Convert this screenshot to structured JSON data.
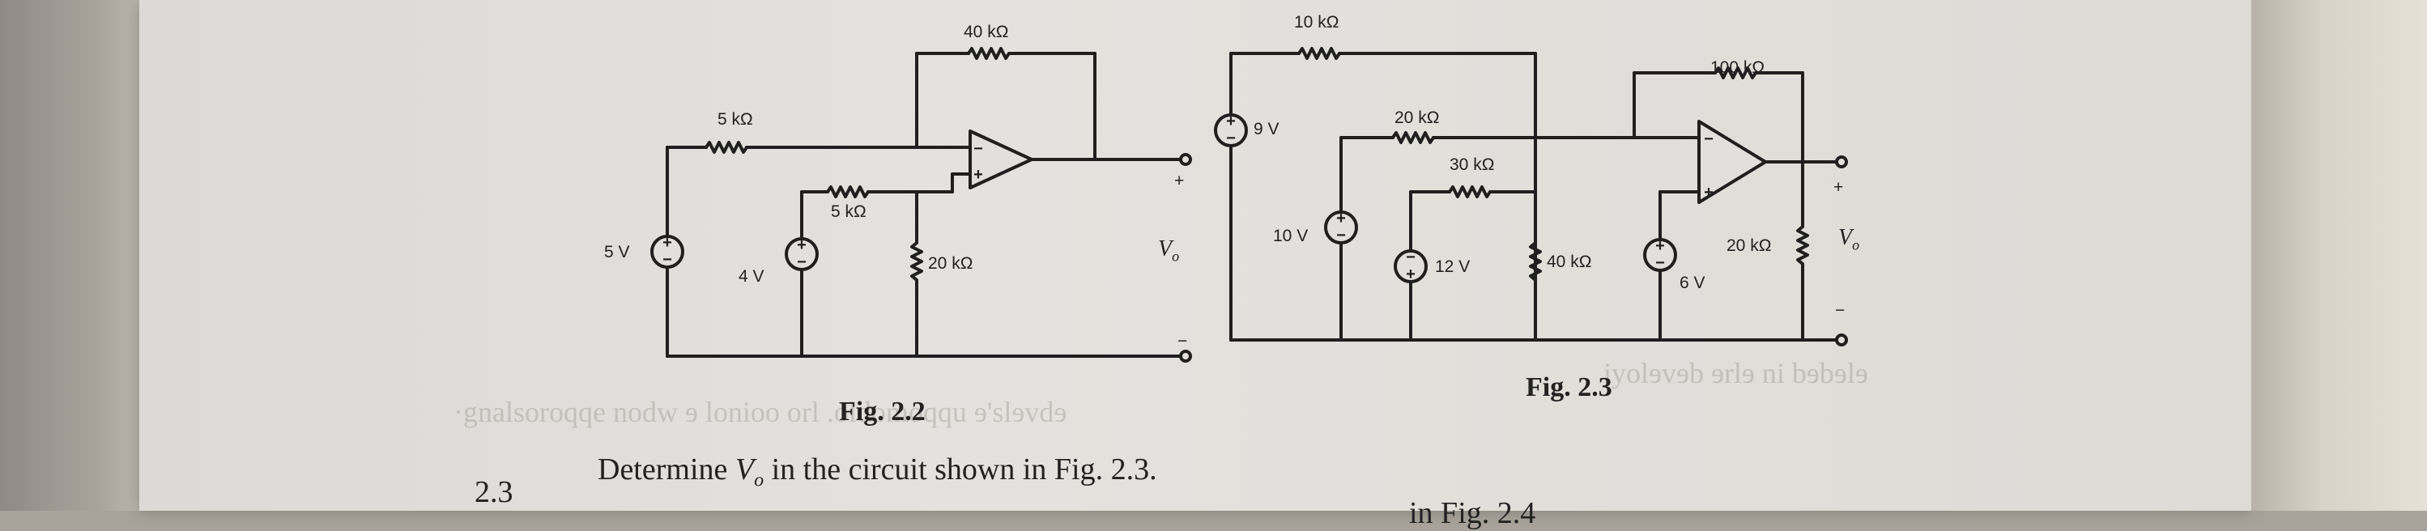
{
  "fig22": {
    "caption": "Fig. 2.2",
    "r_feedback": "40 kΩ",
    "r_top": "5 kΩ",
    "r_mid": "5 kΩ",
    "r_ground": "20 kΩ",
    "src_5v": "5 V",
    "src_4v": "4 V",
    "out_plus": "+",
    "out_minus": "−",
    "vo": "V",
    "vo_sub": "o"
  },
  "fig23": {
    "caption": "Fig. 2.3",
    "r_top": "10 kΩ",
    "r_feedback": "100 kΩ",
    "r_20k": "20 kΩ",
    "r_30k": "30 kΩ",
    "r_40k": "40 kΩ",
    "r_load": "20 kΩ",
    "src_9v": "9 V",
    "src_10v": "10 V",
    "src_12v": "12 V",
    "src_6v": "6 V",
    "out_plus": "+",
    "out_minus": "−",
    "vo": "V",
    "vo_sub": "o"
  },
  "problem": {
    "number": "2.3",
    "text_before": "Determine ",
    "var": "V",
    "var_sub": "o",
    "text_after": " in the circuit shown in Fig. 2.3."
  },
  "bottom_fragment": "in Fig. 2.4"
}
